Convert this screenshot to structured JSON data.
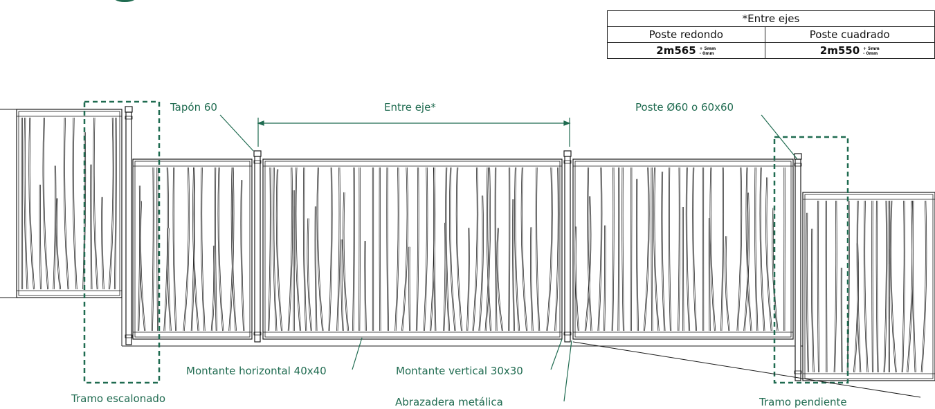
{
  "colors": {
    "accent": "#1f6b50",
    "line": "#1a1a1a",
    "dashed": "#1f6b50"
  },
  "table": {
    "header": "*Entre ejes",
    "col1_label": "Poste redondo",
    "col2_label": "Poste cuadrado",
    "col1_value": "2m565",
    "col2_value": "2m550",
    "tol_plus": "+ 5mm",
    "tol_minus": "- 0mm"
  },
  "labels": {
    "tapon": "Tapón 60",
    "entre_eje": "Entre eje*",
    "poste": "Poste Ø60 o 60x60",
    "montante_horizontal": "Montante horizontal 40x40",
    "montante_vertical": "Montante vertical 30x30",
    "abrazadera": "Abrazadera metálica",
    "tramo_escalonado": "Tramo escalonado",
    "tramo_pendiente": "Tramo pendiente"
  }
}
